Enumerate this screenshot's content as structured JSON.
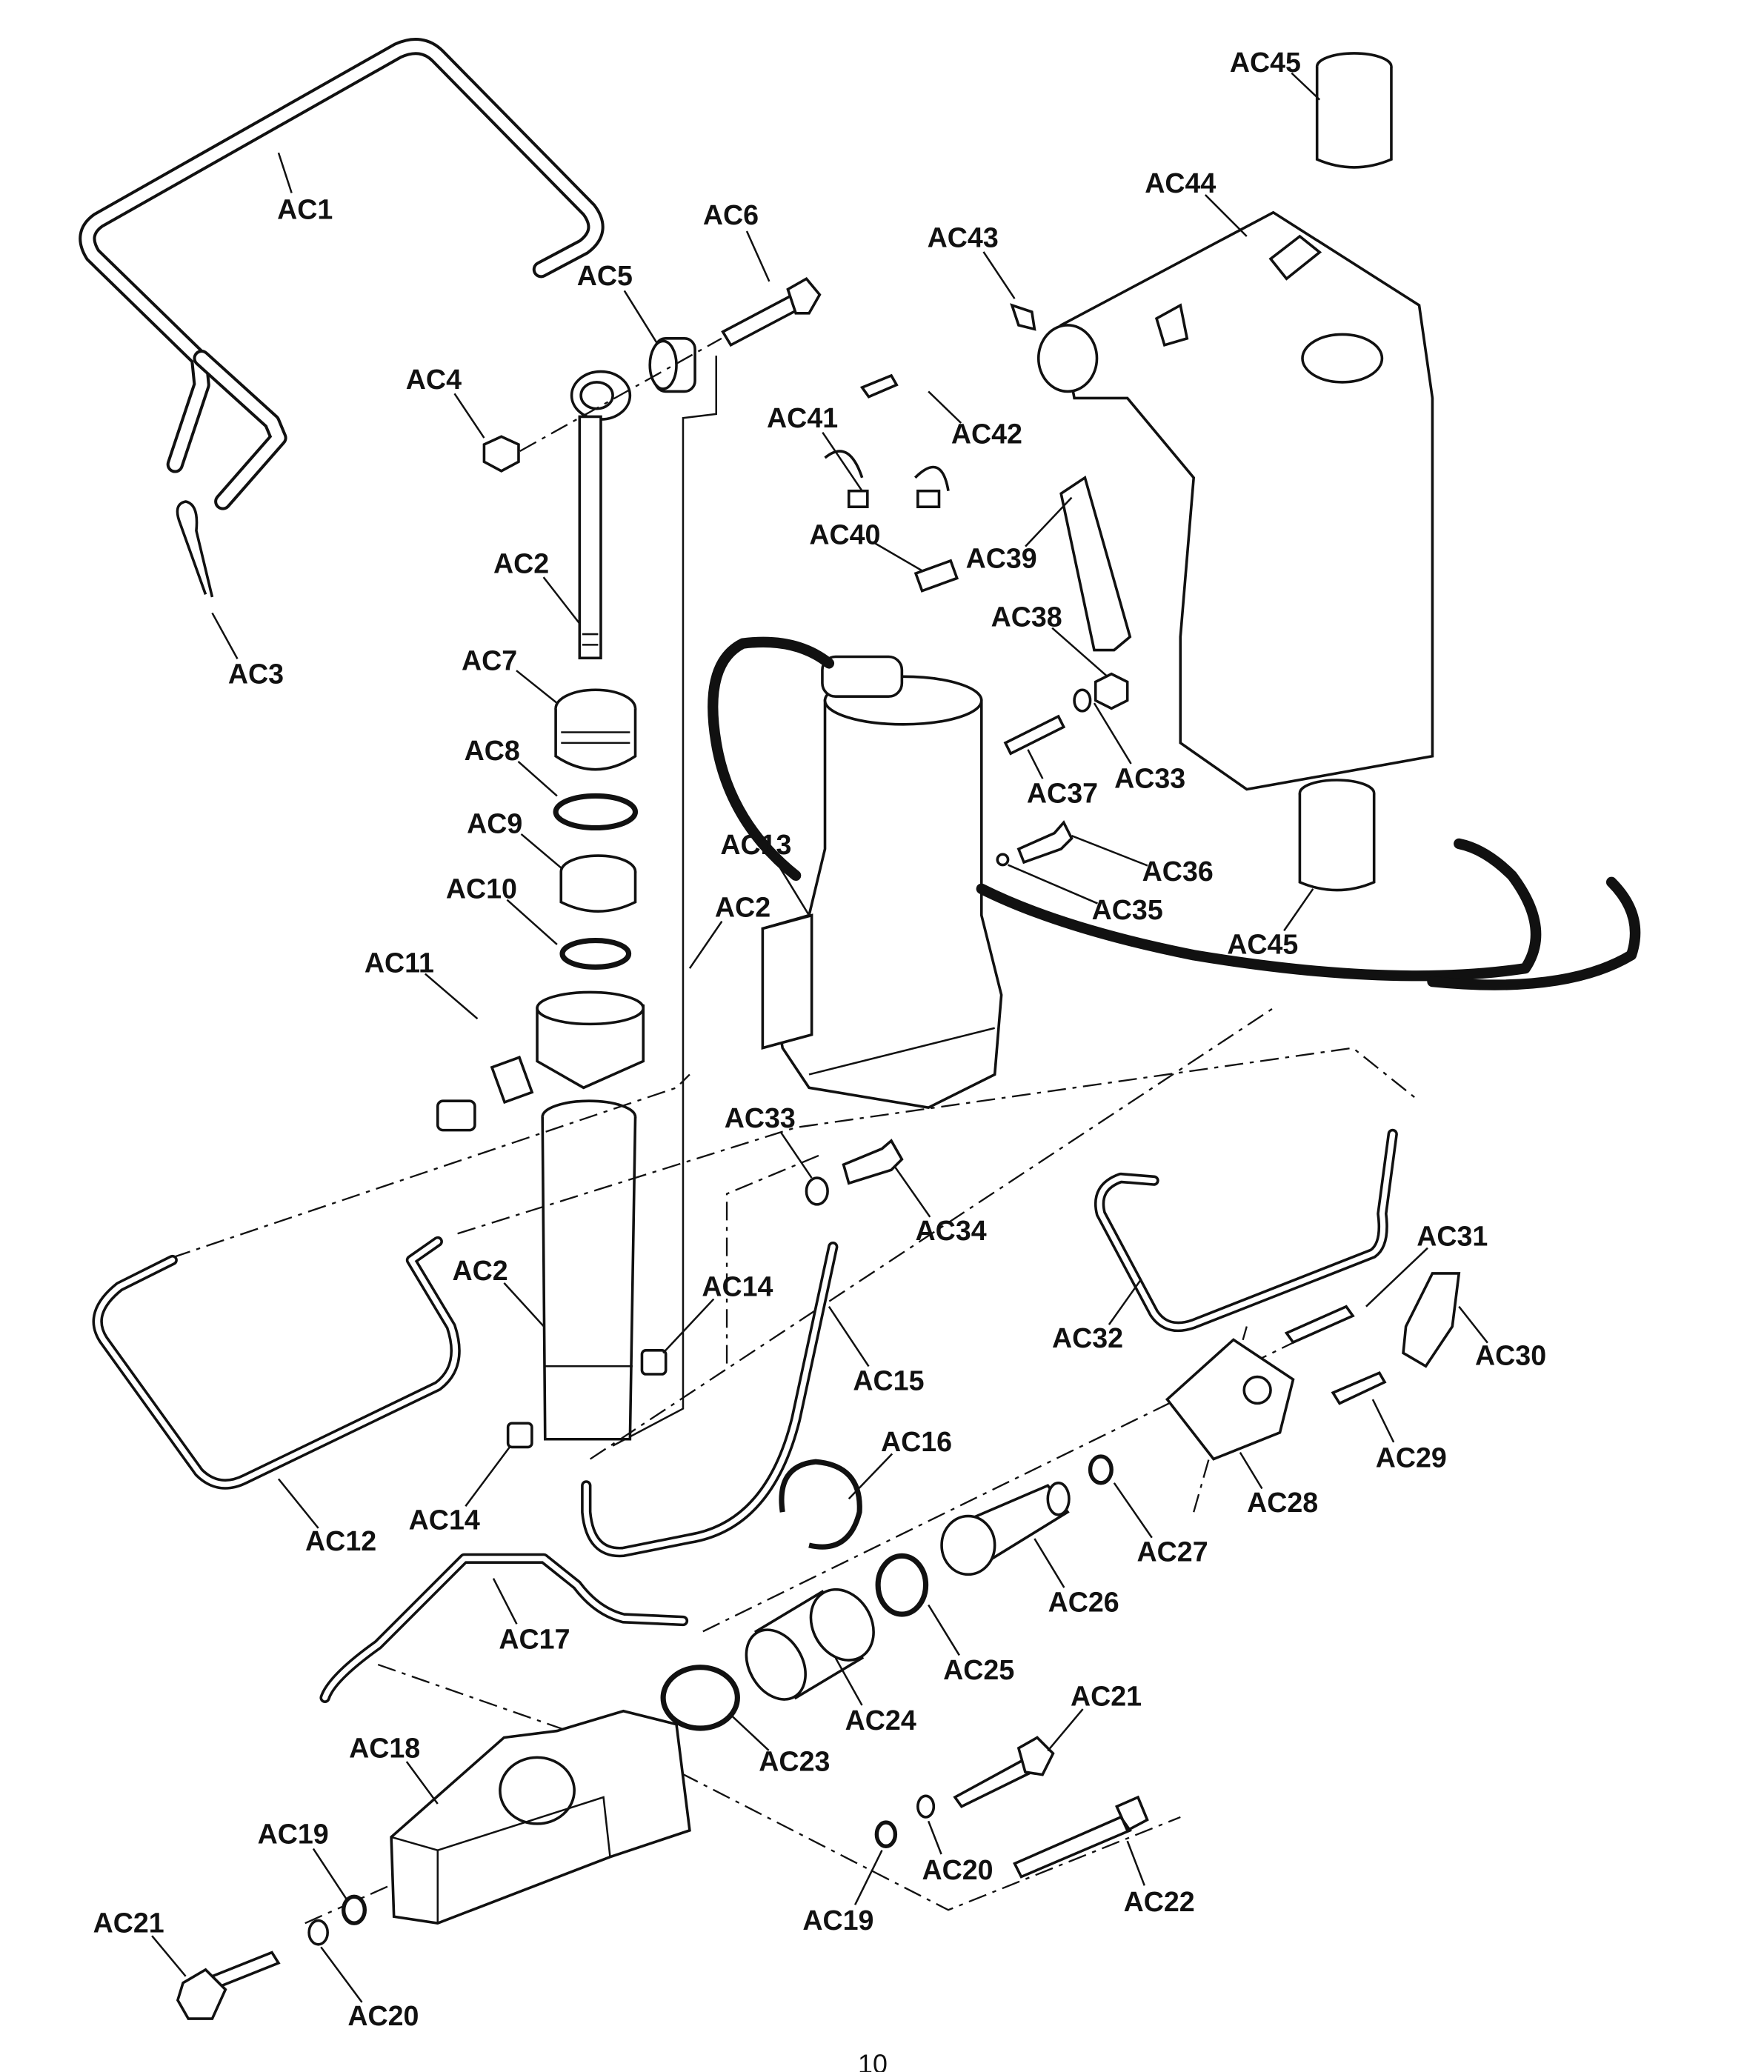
{
  "labels": [
    "AC1",
    "AC2",
    "AC3",
    "AC4",
    "AC5",
    "AC6",
    "AC7",
    "AC8",
    "AC9",
    "AC10",
    "AC11",
    "AC12",
    "AC13",
    "AC2",
    "AC2",
    "AC14",
    "AC14",
    "AC15",
    "AC16",
    "AC17",
    "AC18",
    "AC19",
    "AC19",
    "AC20",
    "AC20",
    "AC21",
    "AC21",
    "AC22",
    "AC23",
    "AC24",
    "AC25",
    "AC26",
    "AC27",
    "AC28",
    "AC29",
    "AC30",
    "AC31",
    "AC32",
    "AC33",
    "AC33",
    "AC34",
    "AC35",
    "AC36",
    "AC37",
    "AC38",
    "AC39",
    "AC40",
    "AC41",
    "AC42",
    "AC43",
    "AC44",
    "AC45",
    "AC45"
  ],
  "page_number": "10"
}
